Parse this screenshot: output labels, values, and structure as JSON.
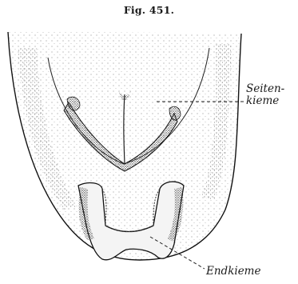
{
  "figure": {
    "title": "Fig. 451.",
    "labels": {
      "seiten_line1": "Seiten-",
      "seiten_line2": "kieme",
      "end": "Endkieme"
    }
  }
}
